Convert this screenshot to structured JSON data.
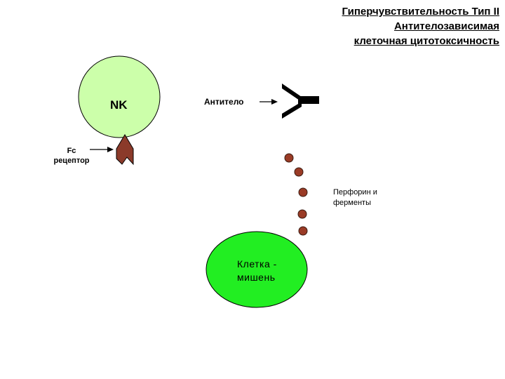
{
  "title": {
    "line1": "Гиперчувствительность Тип II",
    "line2": "Антителозависимая",
    "line3": "клеточная цитотоксичность"
  },
  "labels": {
    "nk": "NK",
    "antibody": "Антитело",
    "fc_receptor_line1": "Fc",
    "fc_receptor_line2": "рецептор",
    "perforin_line1": "Перфорин и",
    "perforin_line2": "ферменты",
    "target_line1": "Клетка -",
    "target_line2": "мишень"
  },
  "colors": {
    "nk_cell": "#ccffaa",
    "target_cell": "#22ee22",
    "receptor": "#8b3a2a",
    "granule": "#9a3b26",
    "antibody": "#000000"
  },
  "icons": {
    "antibody": "y-shaped-antibody-icon",
    "receptor": "fc-receptor-icon",
    "granule": "granule-dot-icon"
  }
}
